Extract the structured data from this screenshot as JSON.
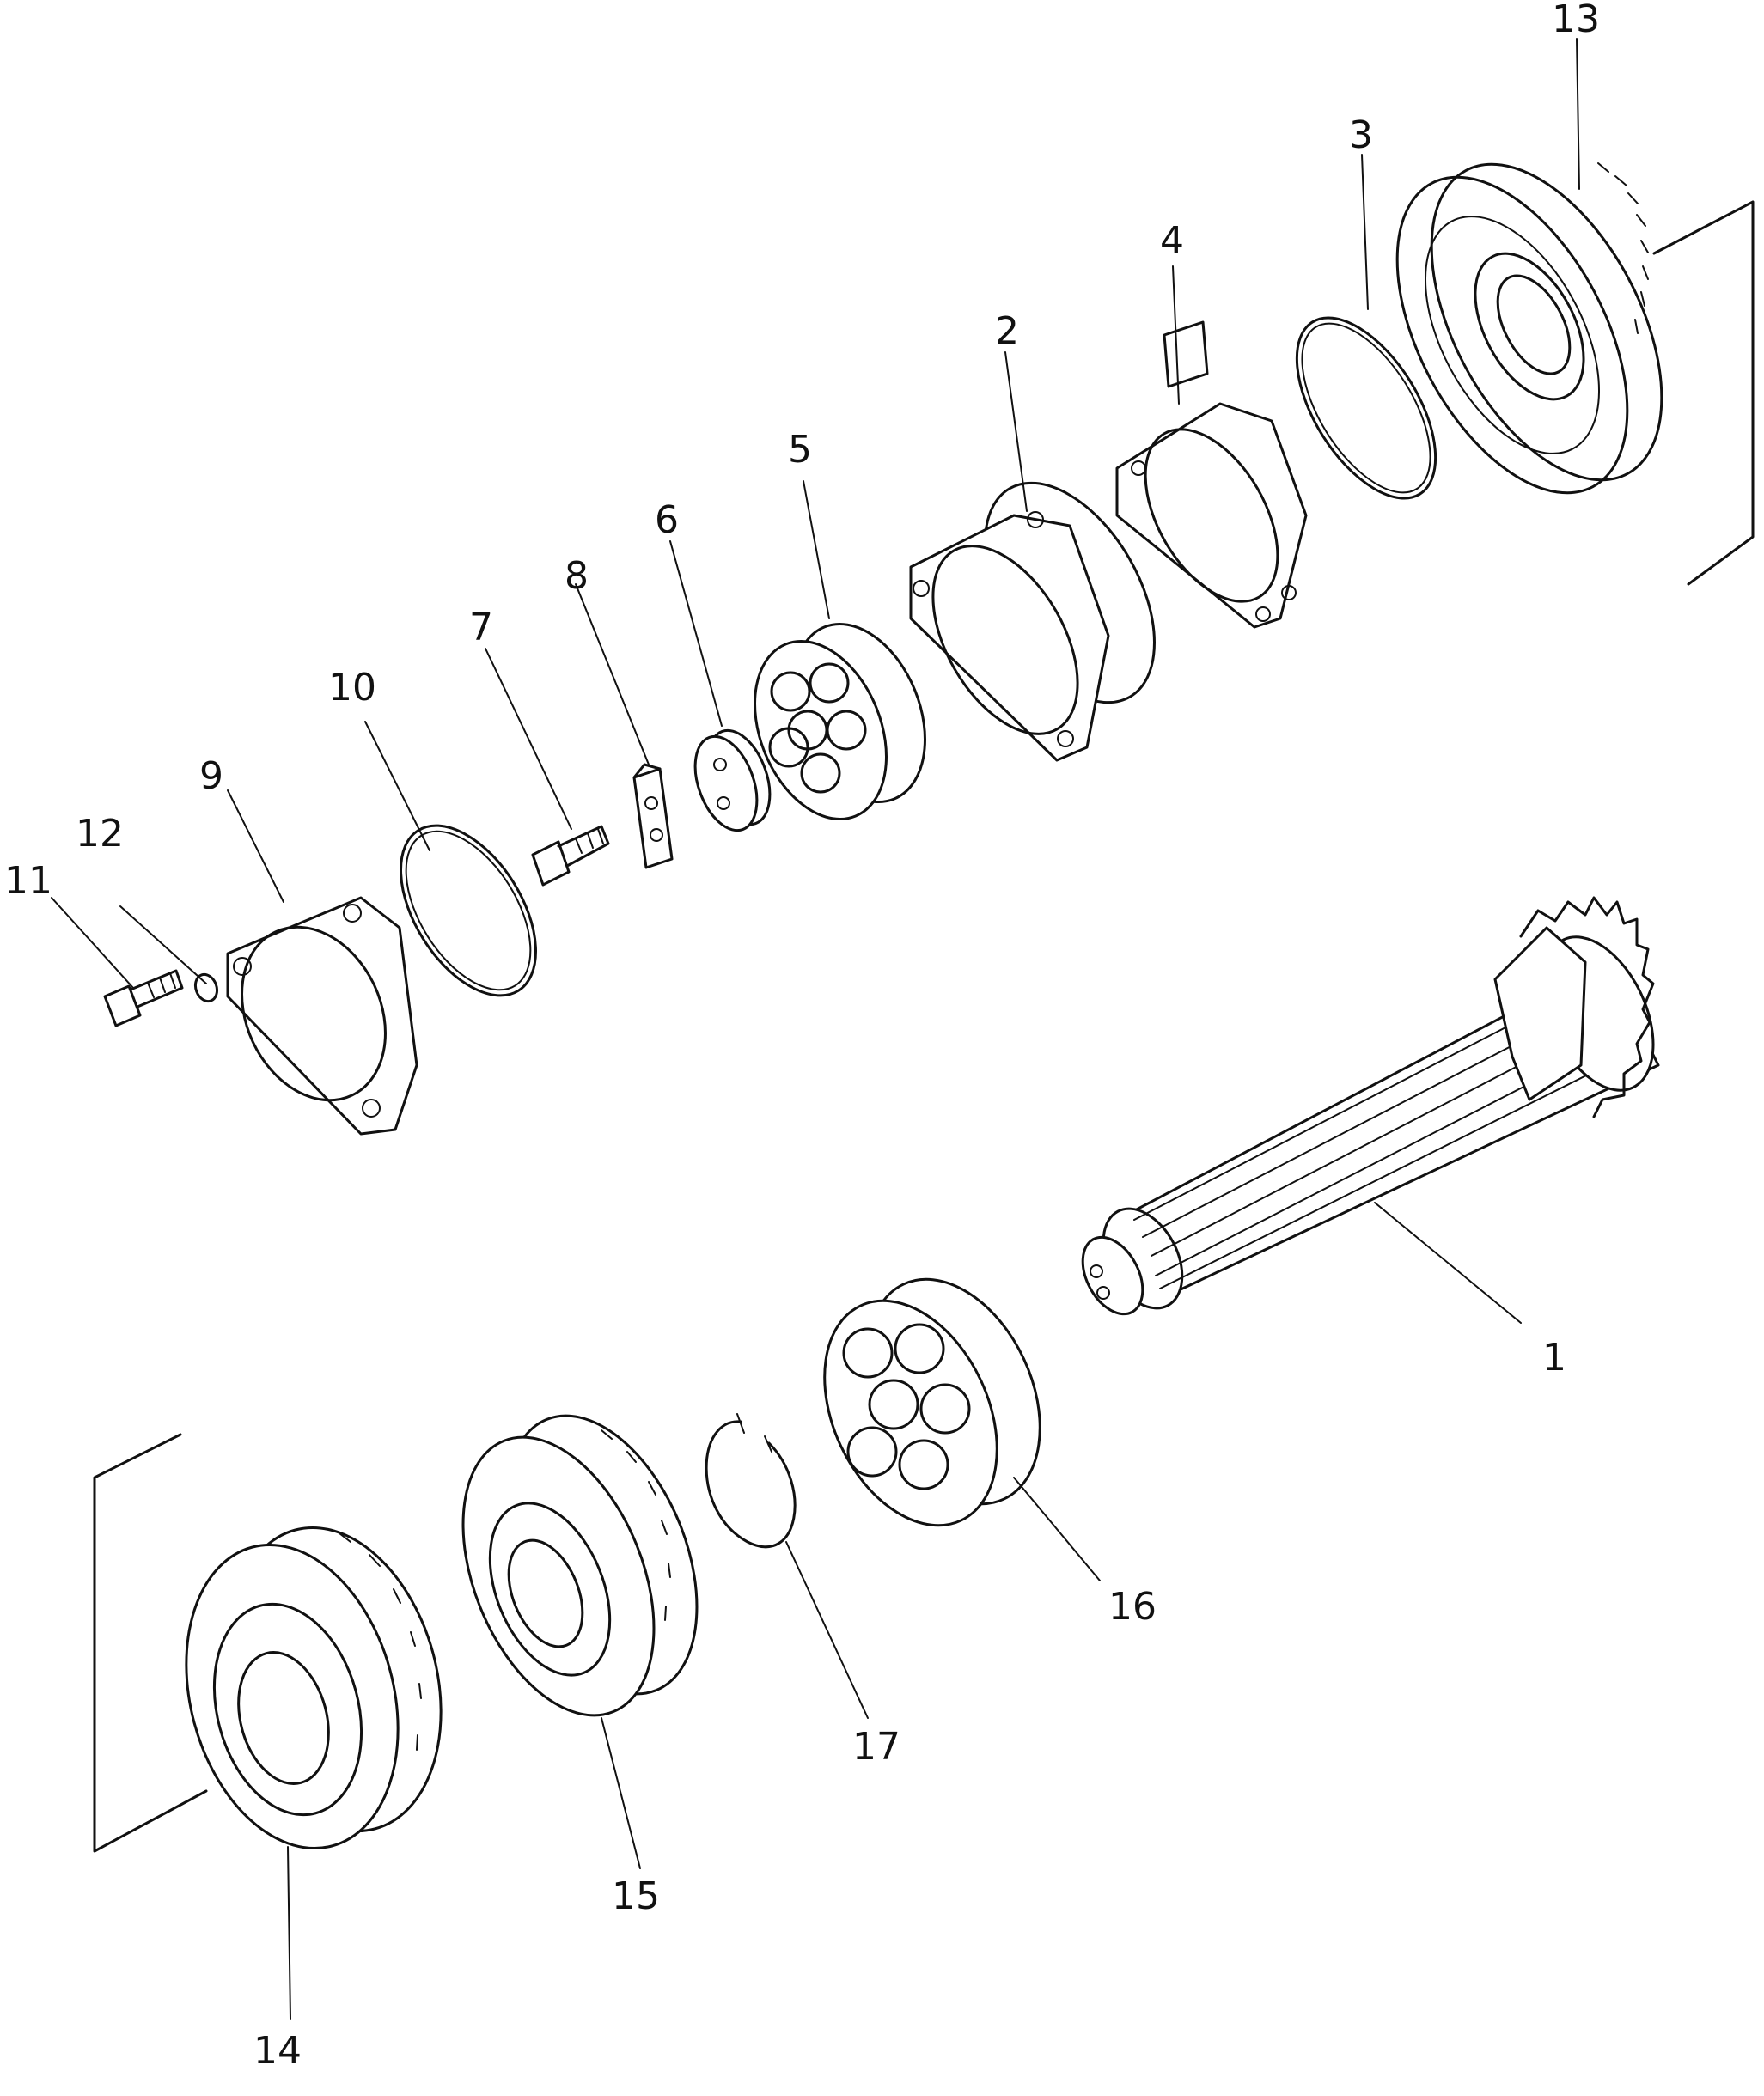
{
  "callouts": [
    "1",
    "2",
    "3",
    "4",
    "5",
    "6",
    "7",
    "8",
    "9",
    "10",
    "11",
    "12",
    "13",
    "14",
    "15",
    "16",
    "17"
  ],
  "colors": {
    "line": "#111111",
    "background": "#ffffff"
  }
}
